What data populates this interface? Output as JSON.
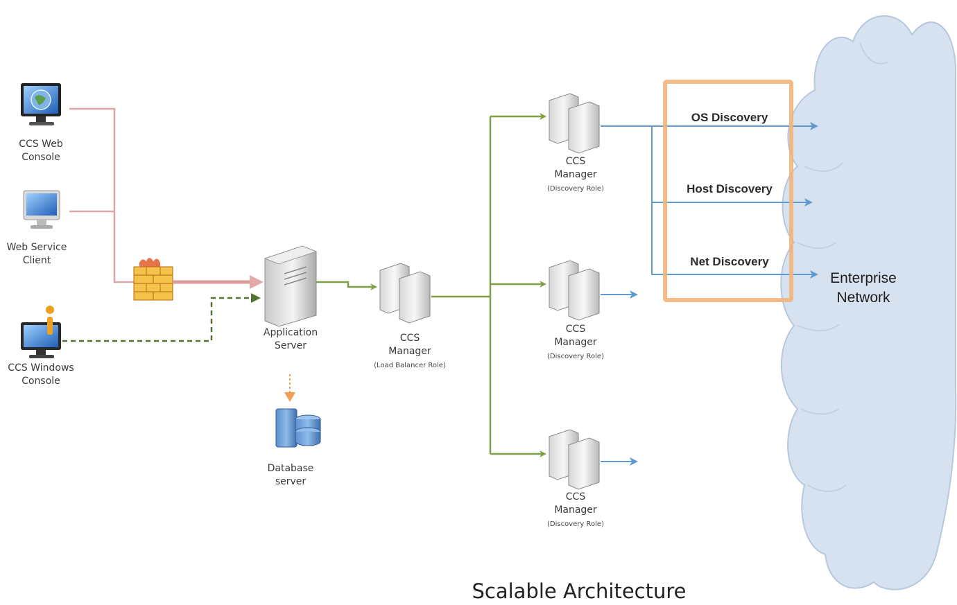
{
  "diagram": {
    "title": "Scalable Architecture",
    "nodes": {
      "web_console": {
        "line1": "CCS Web",
        "line2": "Console",
        "icon": "monitor-globe-icon"
      },
      "ws_client": {
        "line1": "Web Service",
        "line2": "Client",
        "icon": "monitor-icon"
      },
      "win_console": {
        "line1": "CCS Windows",
        "line2": "Console",
        "icon": "monitor-info-icon"
      },
      "firewall": {
        "icon": "firewall-icon"
      },
      "app_server": {
        "line1": "Application",
        "line2": "Server",
        "icon": "server-tower-icon"
      },
      "db_server": {
        "line1": "Database",
        "line2": "server",
        "icon": "database-icon"
      },
      "lb_manager": {
        "line1": "CCS",
        "line2": "Manager",
        "role": "(Load Balancer Role)",
        "icon": "server-pair-icon"
      },
      "disc_manager_1": {
        "line1": "CCS",
        "line2": "Manager",
        "role": "(Discovery Role)",
        "icon": "server-pair-icon"
      },
      "disc_manager_2": {
        "line1": "CCS",
        "line2": "Manager",
        "role": "(Discovery Role)",
        "icon": "server-pair-icon"
      },
      "disc_manager_3": {
        "line1": "CCS",
        "line2": "Manager",
        "role": "(Discovery Role)",
        "icon": "server-pair-icon"
      }
    },
    "discovery_types": [
      "OS Discovery",
      "Host Discovery",
      "Net Discovery"
    ],
    "network": {
      "line1": "Enterprise",
      "line2": "Network",
      "icon": "cloud-icon"
    },
    "colors": {
      "client_link": "#dca6a6",
      "firewall_arrow": "#d99a9a",
      "internal_link": "#7e9f43",
      "dashed_link": "#55732f",
      "discovery_link": "#5f99cf",
      "db_arrow": "#f0a050",
      "highlight_box": "#f2b47a",
      "cloud_fill": "#d7e2f0",
      "cloud_stroke": "#b7c7dc"
    }
  }
}
